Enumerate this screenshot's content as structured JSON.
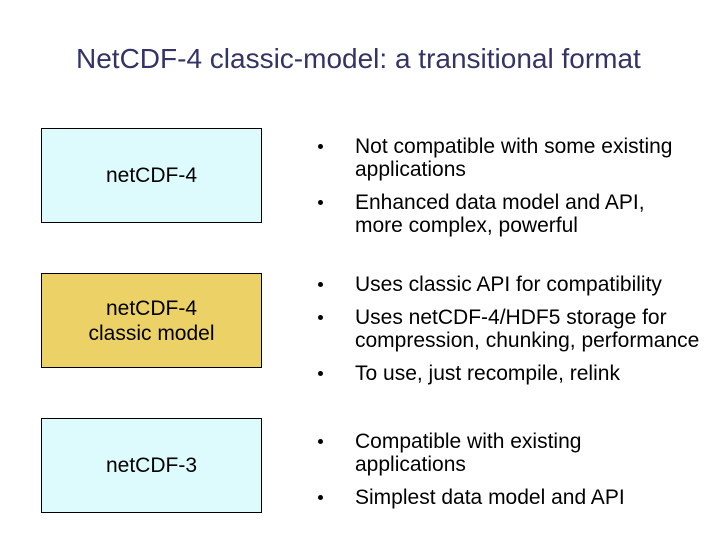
{
  "slide": {
    "title": "NetCDF-4 classic-model: a transitional format"
  },
  "colors": {
    "title_text": "#333366",
    "box_cyan_fill": "#ddfbfd",
    "box_yellow_fill": "#ecd266",
    "box_border": "#000000",
    "body_text": "#000000",
    "background": "#ffffff"
  },
  "rows": [
    {
      "box": {
        "label": "netCDF-4"
      },
      "bullets": [
        {
          "text": "Not compatible with some existing\napplications"
        },
        {
          "text": "Enhanced data model and API,\nmore complex, powerful"
        }
      ]
    },
    {
      "box": {
        "label": "netCDF-4\nclassic model"
      },
      "bullets": [
        {
          "text": "Uses classic API for compatibility"
        },
        {
          "text": "Uses netCDF-4/HDF5 storage for\ncompression, chunking, performance"
        },
        {
          "text": "To use, just recompile, relink"
        }
      ]
    },
    {
      "box": {
        "label": "netCDF-3"
      },
      "bullets": [
        {
          "text": "Compatible with existing\napplications"
        },
        {
          "text": "Simplest data model and API"
        }
      ]
    }
  ]
}
